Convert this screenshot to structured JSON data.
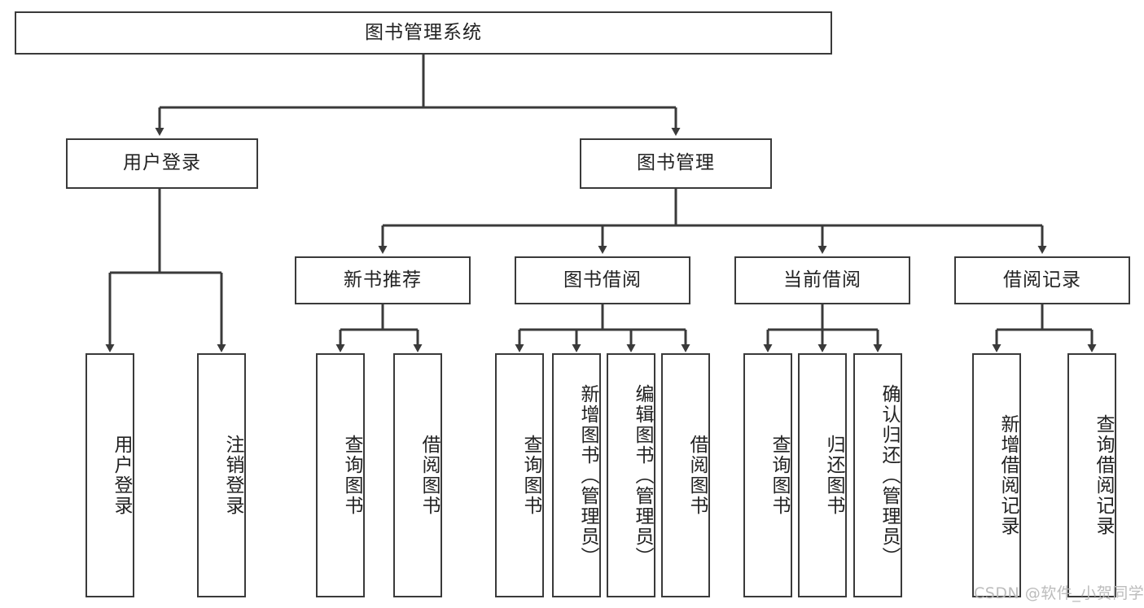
{
  "diagram": {
    "title": "图书管理系统",
    "type": "tree-hierarchy",
    "watermark": "CSDN @软件_小贺同学",
    "accent_border": "#3a3a3a",
    "node_fill": "#ffffff",
    "text_color": "#222222"
  },
  "nodes": {
    "root": {
      "label": "图书管理系统"
    },
    "level2": [
      {
        "label": "用户登录"
      },
      {
        "label": "图书管理"
      }
    ],
    "level3": [
      {
        "label": "新书推荐"
      },
      {
        "label": "图书借阅"
      },
      {
        "label": "当前借阅"
      },
      {
        "label": "借阅记录"
      }
    ],
    "leaves": {
      "user_login": [
        {
          "label": "用户登录"
        },
        {
          "label": "注销登录"
        }
      ],
      "new_book": [
        {
          "label": "查询图书"
        },
        {
          "label": "借阅图书"
        }
      ],
      "book_borrow": [
        {
          "label": "查询图书"
        },
        {
          "label": "新增图书（管理员）"
        },
        {
          "label": "编辑图书（管理员）"
        },
        {
          "label": "借阅图书"
        }
      ],
      "current_borrow": [
        {
          "label": "查询图书"
        },
        {
          "label": "归还图书"
        },
        {
          "label": "确认归还（管理员）"
        }
      ],
      "borrow_record": [
        {
          "label": "新增借阅记录"
        },
        {
          "label": "查询借阅记录"
        }
      ]
    }
  }
}
